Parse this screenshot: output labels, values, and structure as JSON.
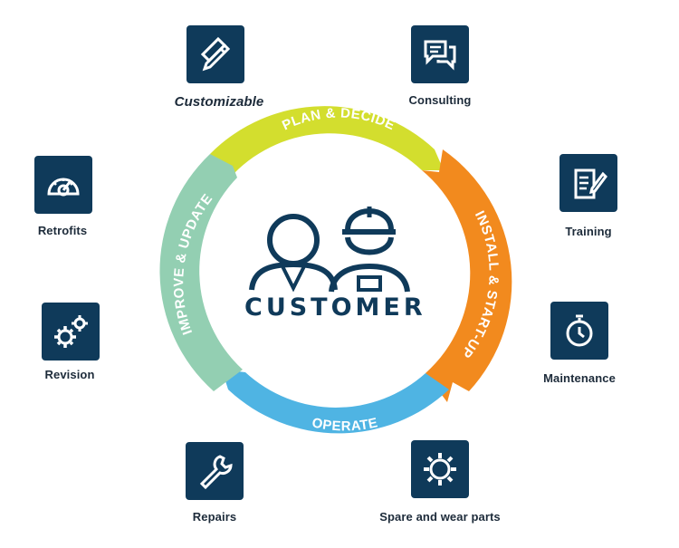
{
  "center": {
    "label": "CUSTOMER"
  },
  "phases": [
    {
      "id": "plan",
      "label": "PLAN & DECIDE",
      "color": "#d3de2e"
    },
    {
      "id": "install",
      "label": "INSTALL & START-UP",
      "color": "#f28a1e"
    },
    {
      "id": "operate",
      "label": "OPERATE",
      "color": "#4fb4e3"
    },
    {
      "id": "improve",
      "label": "IMPROVE & UPDATE",
      "color": "#93cfb2"
    }
  ],
  "services": {
    "customizable": {
      "label": "Customizable",
      "icon": "pencil-ruler-icon"
    },
    "consulting": {
      "label": "Consulting",
      "icon": "speech-bubbles-icon"
    },
    "retrofits": {
      "label": "Retrofits",
      "icon": "gauge-icon"
    },
    "training": {
      "label": "Training",
      "icon": "document-pen-icon"
    },
    "revision": {
      "label": "Revision",
      "icon": "gears-icon"
    },
    "maintenance": {
      "label": "Maintenance",
      "icon": "stopwatch-icon"
    },
    "repairs": {
      "label": "Repairs",
      "icon": "wrench-icon"
    },
    "spare_parts": {
      "label": "Spare and wear parts",
      "icon": "gear-icon"
    }
  },
  "colors": {
    "tile": "#0f3a5a",
    "text": "#1d2b3a"
  }
}
